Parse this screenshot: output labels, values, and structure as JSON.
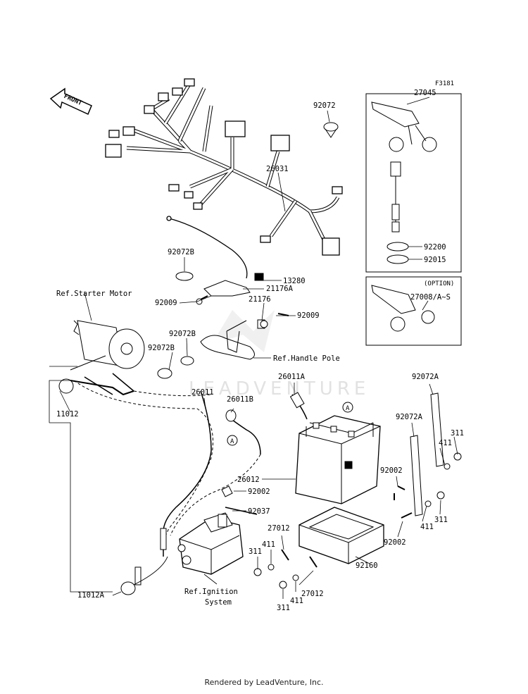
{
  "figure_code": "F3181",
  "front_arrow": "FRONT",
  "watermark": "LEADVENTURE",
  "footer": "Rendered by LeadVenture, Inc.",
  "refs": {
    "starter_motor": "Ref.Starter Motor",
    "handle_pole": "Ref.Handle Pole",
    "ignition_1": "Ref.Ignition",
    "ignition_2": "System"
  },
  "option_label": "(OPTION)",
  "connector_letter": "A",
  "callouts": {
    "p27045": "27045",
    "p92072": "92072",
    "p26031": "26031",
    "p92200": "92200",
    "p92015": "92015",
    "p27008": "27008/A~S",
    "p92072b_1": "92072B",
    "p13280": "13280",
    "p21176a": "21176A",
    "p92009_1": "92009",
    "p21176": "21176",
    "p92009_2": "92009",
    "p92072b_2": "92072B",
    "p92072b_3": "92072B",
    "p11012": "11012",
    "p26011": "26011",
    "p26011a": "26011A",
    "p26011b": "26011B",
    "p92072a_1": "92072A",
    "p92072a_2": "92072A",
    "p311_1": "311",
    "p411_1": "411",
    "p92002_1": "92002",
    "p26012": "26012",
    "p92002_2": "92002",
    "p92037": "92037",
    "p411_2": "411",
    "p311_2": "311",
    "p92002_3": "92002",
    "p27012_1": "27012",
    "p411_3": "411",
    "p311_3": "311",
    "p27012_2": "27012",
    "p92160": "92160",
    "p411_4": "411",
    "p311_4": "311",
    "p11012a": "11012A"
  }
}
